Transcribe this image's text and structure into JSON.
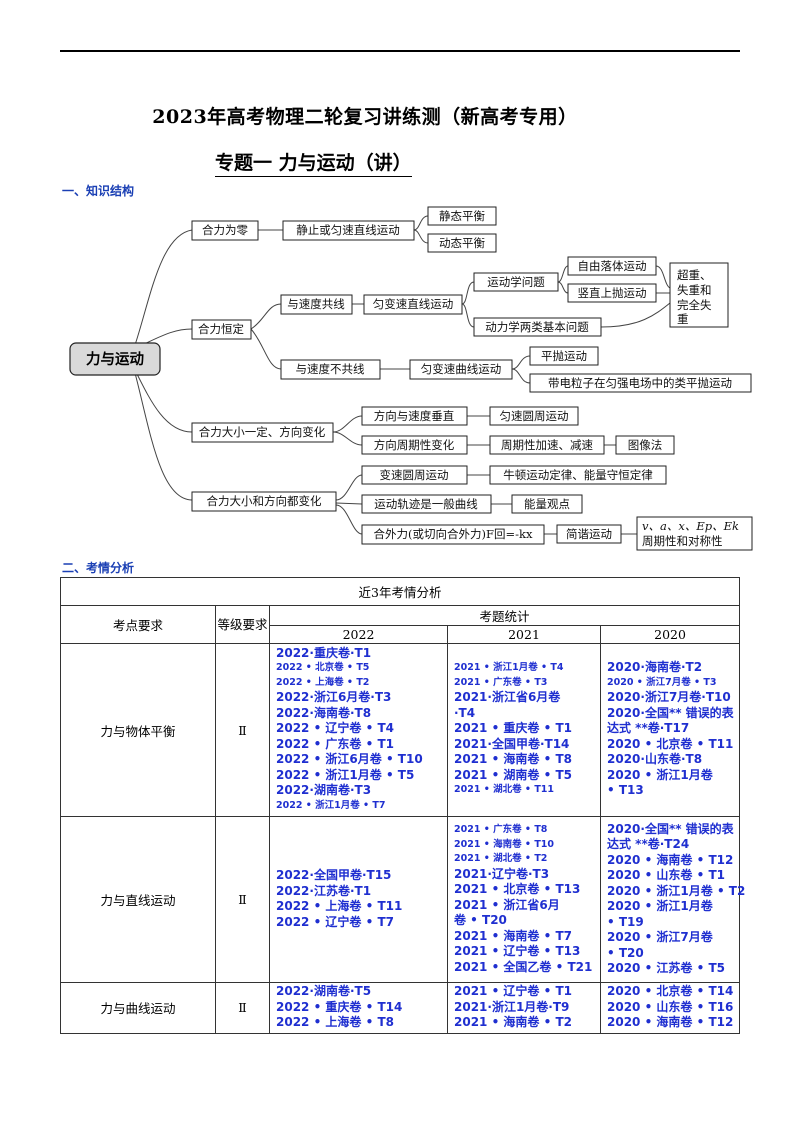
{
  "header": {
    "title": "2023年高考物理二轮复习讲练测（新高考专用）",
    "subtitle": "专题一  力与运动（讲）"
  },
  "sections": {
    "knowledge": "一、知识结构",
    "analysis": "二、考情分析"
  },
  "mindmap": {
    "root": "力与运动",
    "b1": "合力为零",
    "b1a": "静止或匀速直线运动",
    "b1a1": "静态平衡",
    "b1a2": "动态平衡",
    "b2": "合力恒定",
    "b2a": "与速度共线",
    "b2a1": "匀变速直线运动",
    "b2a1a": "运动学问题",
    "b2a1a1": "自由落体运动",
    "b2a1a2": "竖直上抛运动",
    "b2a1b": "动力学两类基本问题",
    "overweight": [
      "超重、",
      "失重和",
      "完全失",
      "重"
    ],
    "b2b": "与速度不共线",
    "b2b1": "匀变速曲线运动",
    "b2b1a": "平抛运动",
    "b2b1b": "带电粒子在匀强电场中的类平抛运动",
    "b3": "合力大小一定、方向变化",
    "b3a": "方向与速度垂直",
    "b3a1": "匀速圆周运动",
    "b3b": "方向周期性变化",
    "b3b1": "周期性加速、减速",
    "b3b2": "图像法",
    "b4": "合力大小和方向都变化",
    "b4a": "变速圆周运动",
    "b4a1": "牛顿运动定律、能量守恒定律",
    "b4b": "运动轨迹是一般曲线",
    "b4b1": "能量观点",
    "b4c": "合外力(或切向合外力)F回=-kx",
    "b4c1": "简谐运动",
    "b4c2a": "v、a、x、Ep、Ek",
    "b4c2b": "周期性和对称性"
  },
  "table": {
    "caption": "近3年考情分析",
    "col_point": "考点要求",
    "col_level": "等级要求",
    "col_stats": "考题统计",
    "years": [
      "2022",
      "2021",
      "2020"
    ],
    "rows": [
      {
        "topic": "力与物体平衡",
        "level": "Ⅱ",
        "y2022": [
          {
            "t": "2022·重庆卷·T1",
            "s": false
          },
          {
            "t": "2022 • 北京卷 • T5",
            "s": true
          },
          {
            "t": "2022 • 上海卷 • T2",
            "s": true
          },
          {
            "t": "2022·浙江6月卷·T3",
            "s": false
          },
          {
            "t": "2022·海南卷·T8",
            "s": false
          },
          {
            "t": "2022 • 辽宁卷 • T4",
            "s": false
          },
          {
            "t": "2022 • 广东卷 • T1",
            "s": false
          },
          {
            "t": "2022 • 浙江6月卷 • T10",
            "s": false
          },
          {
            "t": "2022 • 浙江1月卷 • T5",
            "s": false
          },
          {
            "t": "2022·湖南卷·T3",
            "s": false
          },
          {
            "t": "2022 • 浙江1月卷 • T7",
            "s": true
          }
        ],
        "y2021": [
          {
            "t": "2021 • 浙江1月卷 • T4",
            "s": true
          },
          {
            "t": "2021 • 广东卷 • T3",
            "s": true
          },
          {
            "t": "2021·浙江省6月卷",
            "s": false
          },
          {
            "t": "·T4",
            "s": false
          },
          {
            "t": "2021 • 重庆卷 • T1",
            "s": false
          },
          {
            "t": "2021·全国甲卷·T14",
            "s": false
          },
          {
            "t": "2021 • 海南卷 • T8",
            "s": false
          },
          {
            "t": "2021 • 湖南卷 • T5",
            "s": false
          },
          {
            "t": "2021 • 湖北卷 • T11",
            "s": true
          }
        ],
        "y2020": [
          {
            "t": "2020·海南卷·T2",
            "s": false
          },
          {
            "t": "2020 • 浙江7月卷 • T3",
            "s": true
          },
          {
            "t": "2020·浙江7月卷·T10",
            "s": false
          },
          {
            "t": "2020·全国** 错误的表",
            "s": false
          },
          {
            "t": "达式 **卷·T17",
            "s": false
          },
          {
            "t": "2020 • 北京卷 • T11",
            "s": false
          },
          {
            "t": "2020·山东卷·T8",
            "s": false
          },
          {
            "t": "2020 • 浙江1月卷",
            "s": false
          },
          {
            "t": " • T13",
            "s": false
          }
        ]
      },
      {
        "topic": "力与直线运动",
        "level": "Ⅱ",
        "y2022": [
          {
            "t": "2022·全国甲卷·T15",
            "s": false
          },
          {
            "t": "2022·江苏卷·T1",
            "s": false
          },
          {
            "t": "2022 • 上海卷 • T11",
            "s": false
          },
          {
            "t": "2022 • 辽宁卷 • T7",
            "s": false
          }
        ],
        "y2021": [
          {
            "t": "2021 • 广东卷 • T8",
            "s": true
          },
          {
            "t": "2021 • 海南卷 • T10",
            "s": true
          },
          {
            "t": "2021 • 湖北卷 • T2",
            "s": true
          },
          {
            "t": "2021·辽宁卷·T3",
            "s": false
          },
          {
            "t": "2021 • 北京卷 • T13",
            "s": false
          },
          {
            "t": "2021 • 浙江省6月",
            "s": false
          },
          {
            "t": "卷 • T20",
            "s": false
          },
          {
            "t": "2021 • 海南卷 • T7",
            "s": false
          },
          {
            "t": "2021 • 辽宁卷 • T13",
            "s": false
          },
          {
            "t": "2021 • 全国乙卷 • T21",
            "s": false
          }
        ],
        "y2020": [
          {
            "t": "2020·全国** 错误的表",
            "s": false
          },
          {
            "t": "达式 **卷·T24",
            "s": false
          },
          {
            "t": "2020 • 海南卷 • T12",
            "s": false
          },
          {
            "t": "2020 • 山东卷 • T1",
            "s": false
          },
          {
            "t": "2020 • 浙江1月卷 • T2",
            "s": false
          },
          {
            "t": "2020 • 浙江1月卷",
            "s": false
          },
          {
            "t": " • T19",
            "s": false
          },
          {
            "t": "2020 • 浙江7月卷",
            "s": false
          },
          {
            "t": " • T20",
            "s": false
          },
          {
            "t": "2020 • 江苏卷 • T5",
            "s": false
          }
        ]
      },
      {
        "topic": "力与曲线运动",
        "level": "Ⅱ",
        "y2022": [
          {
            "t": "2022·湖南卷·T5",
            "s": false
          },
          {
            "t": "2022 • 重庆卷 • T14",
            "s": false
          },
          {
            "t": "2022 • 上海卷 • T8",
            "s": false
          }
        ],
        "y2021": [
          {
            "t": "2021 • 辽宁卷 • T1",
            "s": false
          },
          {
            "t": "2021·浙江1月卷·T9",
            "s": false
          },
          {
            "t": "2021 • 海南卷 • T2",
            "s": false
          }
        ],
        "y2020": [
          {
            "t": "2020 • 北京卷 • T14",
            "s": false
          },
          {
            "t": "2020 • 山东卷 • T16",
            "s": false
          },
          {
            "t": "2020 • 海南卷 • T12",
            "s": false
          }
        ]
      }
    ]
  }
}
